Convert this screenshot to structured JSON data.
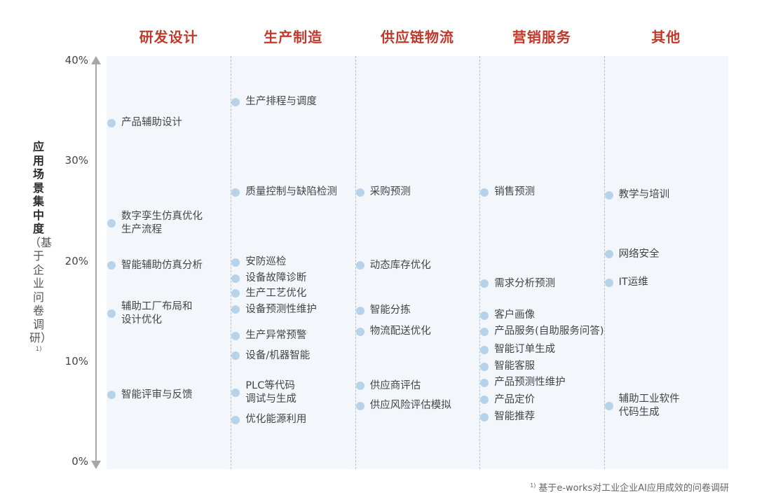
{
  "chart_data": {
    "type": "scatter",
    "title": "",
    "xlabel": "",
    "ylabel": "应用场景集中度（基于企业问卷调研）1)",
    "ylabel_main": "应用场景集中度",
    "ylabel_sub": "（基于企业问卷调研）",
    "ylabel_sup": "1)",
    "ylim": [
      0,
      40
    ],
    "yticks": [
      "40%",
      "30%",
      "20%",
      "10%",
      "0%"
    ],
    "grid": false,
    "categories": [
      "研发设计",
      "生产制造",
      "供应链物流",
      "营销服务",
      "其他"
    ],
    "series": [
      {
        "name": "研发设计",
        "points": [
          {
            "label": "产品辅助设计",
            "value": 33.8
          },
          {
            "label": "数字孪生仿真优化\n生产流程",
            "value": 23.8
          },
          {
            "label": "智能辅助仿真分析",
            "value": 19.6
          },
          {
            "label": "辅助工厂布局和\n设计优化",
            "value": 14.8
          },
          {
            "label": "智能评审与反馈",
            "value": 6.7
          }
        ]
      },
      {
        "name": "生产制造",
        "points": [
          {
            "label": "生产排程与调度",
            "value": 35.9
          },
          {
            "label": "质量控制与缺陷检测",
            "value": 26.9
          },
          {
            "label": "安防巡检",
            "value": 19.9
          },
          {
            "label": "设备故障诊断",
            "value": 18.3
          },
          {
            "label": "生产工艺优化",
            "value": 16.8
          },
          {
            "label": "设备预测性维护",
            "value": 15.2
          },
          {
            "label": "生产异常预警",
            "value": 12.6
          },
          {
            "label": "设备/机器智能",
            "value": 10.6
          },
          {
            "label": "PLC等代码\n调试与生成",
            "value": 6.9
          },
          {
            "label": "优化能源利用",
            "value": 4.2
          }
        ]
      },
      {
        "name": "供应链物流",
        "points": [
          {
            "label": "采购预测",
            "value": 26.9
          },
          {
            "label": "动态库存优化",
            "value": 19.6
          },
          {
            "label": "智能分拣",
            "value": 15.1
          },
          {
            "label": "物流配送优化",
            "value": 13.0
          },
          {
            "label": "供应商评估",
            "value": 7.6
          },
          {
            "label": "供应风险评估模拟",
            "value": 5.6
          }
        ]
      },
      {
        "name": "营销服务",
        "points": [
          {
            "label": "销售预测",
            "value": 26.9
          },
          {
            "label": "需求分析预测",
            "value": 17.8
          },
          {
            "label": "客户画像",
            "value": 14.6
          },
          {
            "label": "产品服务(自助服务问答)",
            "value": 13.0
          },
          {
            "label": "智能订单生成",
            "value": 11.2
          },
          {
            "label": "智能客服",
            "value": 9.5
          },
          {
            "label": "产品预测性维护",
            "value": 7.9
          },
          {
            "label": "产品定价",
            "value": 6.2
          },
          {
            "label": "智能推荐",
            "value": 4.5
          }
        ]
      },
      {
        "name": "其他",
        "points": [
          {
            "label": "教学与培训",
            "value": 26.6
          },
          {
            "label": "网络安全",
            "value": 20.7
          },
          {
            "label": "IT运维",
            "value": 17.9
          },
          {
            "label": "辅助工业软件\n代码生成",
            "value": 5.6
          }
        ]
      }
    ],
    "annotations": [
      "1) 基于e-works对工业企业AI应用成效的问卷调研"
    ]
  },
  "colors": {
    "header": "#c0392b",
    "dot": "#b7d3e9",
    "plot_bg": "#f3f7fc",
    "axis": "#a6a6a6"
  },
  "footnote": {
    "marker": "1)",
    "text": "基于e-works对工业企业AI应用成效的问卷调研"
  }
}
